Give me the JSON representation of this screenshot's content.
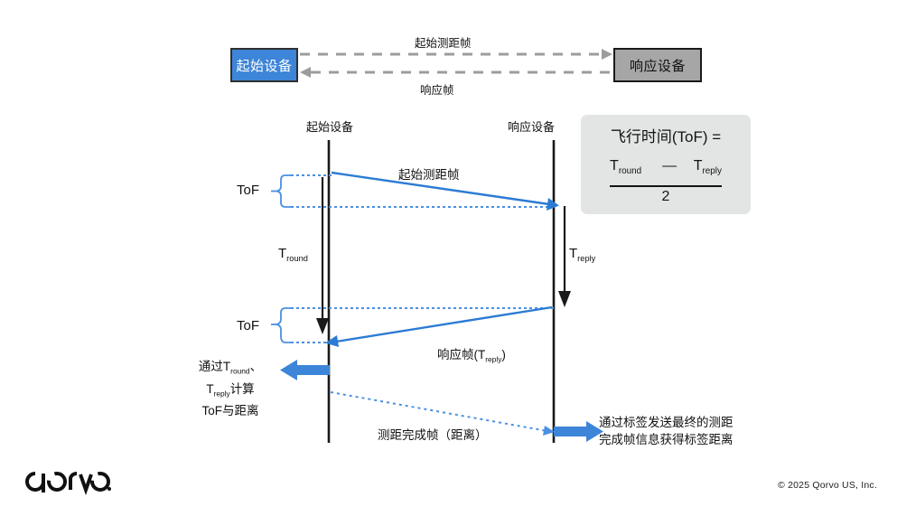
{
  "diagram": {
    "title_region": "UWB Two-Way Ranging sequence diagram",
    "top_flow": {
      "initiator_box_label": "起始设备",
      "responder_box_label": "响应设备",
      "forward_link_label": "起始测距帧",
      "return_link_label": "响应帧"
    },
    "timeline": {
      "left_column_header": "起始设备",
      "right_column_header": "响应设备",
      "tof_label_top": "ToF",
      "tof_label_bottom": "ToF",
      "t_round_label": "T",
      "t_round_sub": "round",
      "t_reply_label": "T",
      "t_reply_sub": "reply",
      "msg_poll": "起始测距帧",
      "msg_response_prefix": "响应帧(T",
      "msg_response_sub": "reply",
      "msg_response_suffix": ")",
      "msg_final": "测距完成帧（距离）"
    },
    "notes": {
      "calc_line1_a": "通过T",
      "calc_line1_sub": "round",
      "calc_line1_b": "、",
      "calc_line2_a": "T",
      "calc_line2_sub": "reply",
      "calc_line2_b": "计算",
      "calc_line3": "ToF与距离",
      "final_line1": "通过标签发送最终的测距",
      "final_line2": "完成帧信息获得标签距离"
    },
    "formula": {
      "title": "飞行时间(ToF) =",
      "numerator_left": "T",
      "numerator_left_sub": "round",
      "operator": "—",
      "numerator_right": "T",
      "numerator_right_sub": "reply",
      "denominator": "2"
    }
  },
  "footer": {
    "logo_text": "qorvo.",
    "copyright": "© 2025 Qorvo US, Inc."
  },
  "colors": {
    "accent_blue": "#3d85d8",
    "arrow_blue": "#3c85d0",
    "box_gray": "#a6a6a6",
    "card_gray": "#e3e4e4",
    "line_black": "#1a1a1a",
    "dash_gray": "#9c9c9c"
  }
}
